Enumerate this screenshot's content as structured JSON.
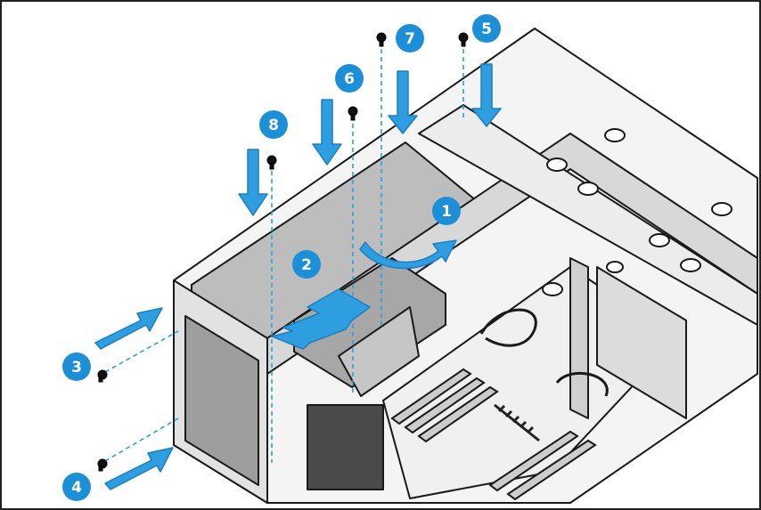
{
  "diagram": {
    "colors": {
      "callout": "#1d8fd6",
      "arrow": "#2f9ee0",
      "outline": "#1a1a1a",
      "metal_shade": "#b9b9b9",
      "metal_light": "#ececec",
      "frame": "#444444"
    },
    "callouts": [
      {
        "label": "1",
        "step": "rotate-drive-cage"
      },
      {
        "label": "2",
        "step": "slide-drive-cage"
      },
      {
        "label": "3",
        "step": "front-lower-screw-top"
      },
      {
        "label": "4",
        "step": "front-lower-screw-bottom"
      },
      {
        "label": "5",
        "step": "top-screw-rear"
      },
      {
        "label": "6",
        "step": "top-screw-middle"
      },
      {
        "label": "7",
        "step": "top-screw-center"
      },
      {
        "label": "8",
        "step": "top-screw-front"
      }
    ]
  }
}
